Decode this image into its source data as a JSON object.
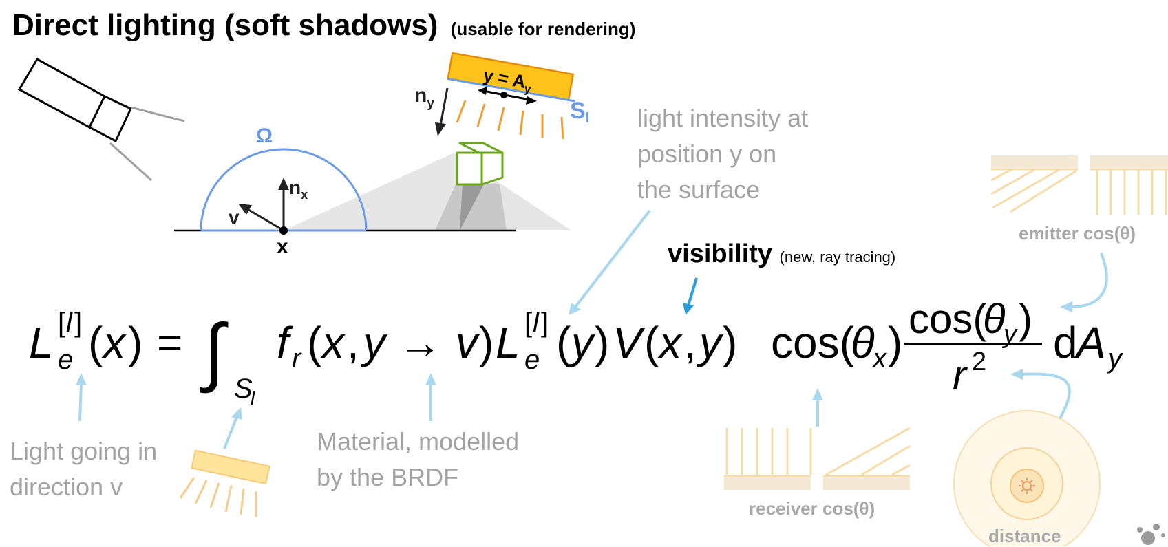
{
  "title": {
    "main": "Direct lighting (soft shadows)",
    "sub": "(usable for rendering)"
  },
  "scene": {
    "omega_label": "Ω",
    "nx_label": "n",
    "nx_sub": "x",
    "v_label": "v",
    "x_label": "x",
    "ny_label": "n",
    "ny_sub": "y",
    "y_label": "y = A",
    "y_sub": "y",
    "sl_label": "S",
    "sl_sub": "l"
  },
  "annotations": {
    "light_intensity": [
      "light intensity at",
      "position y on",
      "the surface"
    ],
    "visibility": "visibility",
    "visibility_note": "(new, ray tracing)",
    "light_going": [
      "Light going in",
      "direction v"
    ],
    "material": [
      "Material, modelled",
      "by the BRDF"
    ],
    "emitter": "emitter cos(θ)",
    "receiver": "receiver cos(θ)",
    "distance": "distance"
  },
  "colors": {
    "accent_blue": "#6b9be6",
    "arrow_light_blue": "#a9d8ee",
    "arrow_strong_blue": "#2a9fd8",
    "light_fill": "#ffc21a",
    "light_stroke": "#e58a00",
    "cube_green": "#6aa81a",
    "label_gray": "#a3a3a3",
    "faded_orange": "#f5d9a8"
  }
}
